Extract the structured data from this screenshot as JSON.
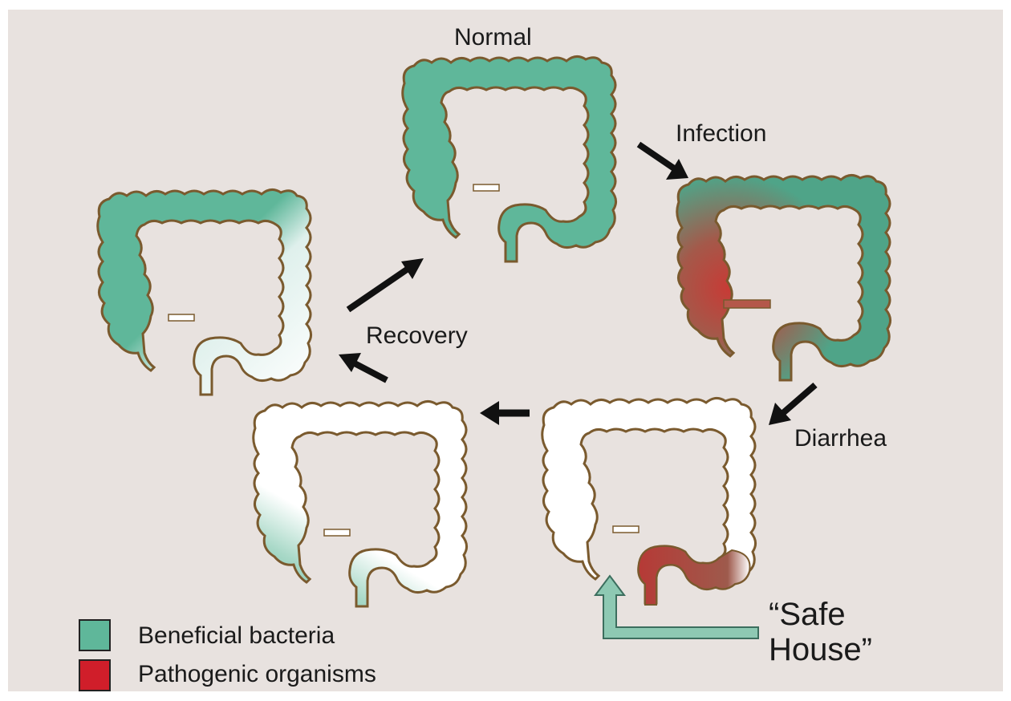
{
  "labels": {
    "normal": "Normal",
    "infection": "Infection",
    "diarrhea": "Diarrhea",
    "recovery": "Recovery",
    "safe_house_line1": "“Safe",
    "safe_house_line2": "House”"
  },
  "legend": [
    {
      "label": "Beneficial bacteria",
      "color": "#5fb79a"
    },
    {
      "label": "Pathogenic organisms",
      "color": "#d01e2a"
    }
  ],
  "colors": {
    "beneficial": "#5fb79a",
    "pathogenic": "#d01e2a",
    "empty": "#ffffff",
    "outline": "#7a5a2e",
    "background": "#e8e2df",
    "arrow": "#111111",
    "safe_house_arrow": "#8ec9b3"
  },
  "colons": [
    {
      "name": "colon-normal",
      "state": "Normal",
      "fill": "beneficial"
    },
    {
      "name": "colon-infection",
      "state": "Infection",
      "fill": "infected"
    },
    {
      "name": "colon-diarrhea",
      "state": "Diarrhea",
      "fill": "empty-with-pathogen"
    },
    {
      "name": "colon-early-recovery",
      "state": "Recovery",
      "fill": "partial-beneficial"
    },
    {
      "name": "colon-late-recovery",
      "state": "Recovery",
      "fill": "mostly-beneficial"
    }
  ]
}
